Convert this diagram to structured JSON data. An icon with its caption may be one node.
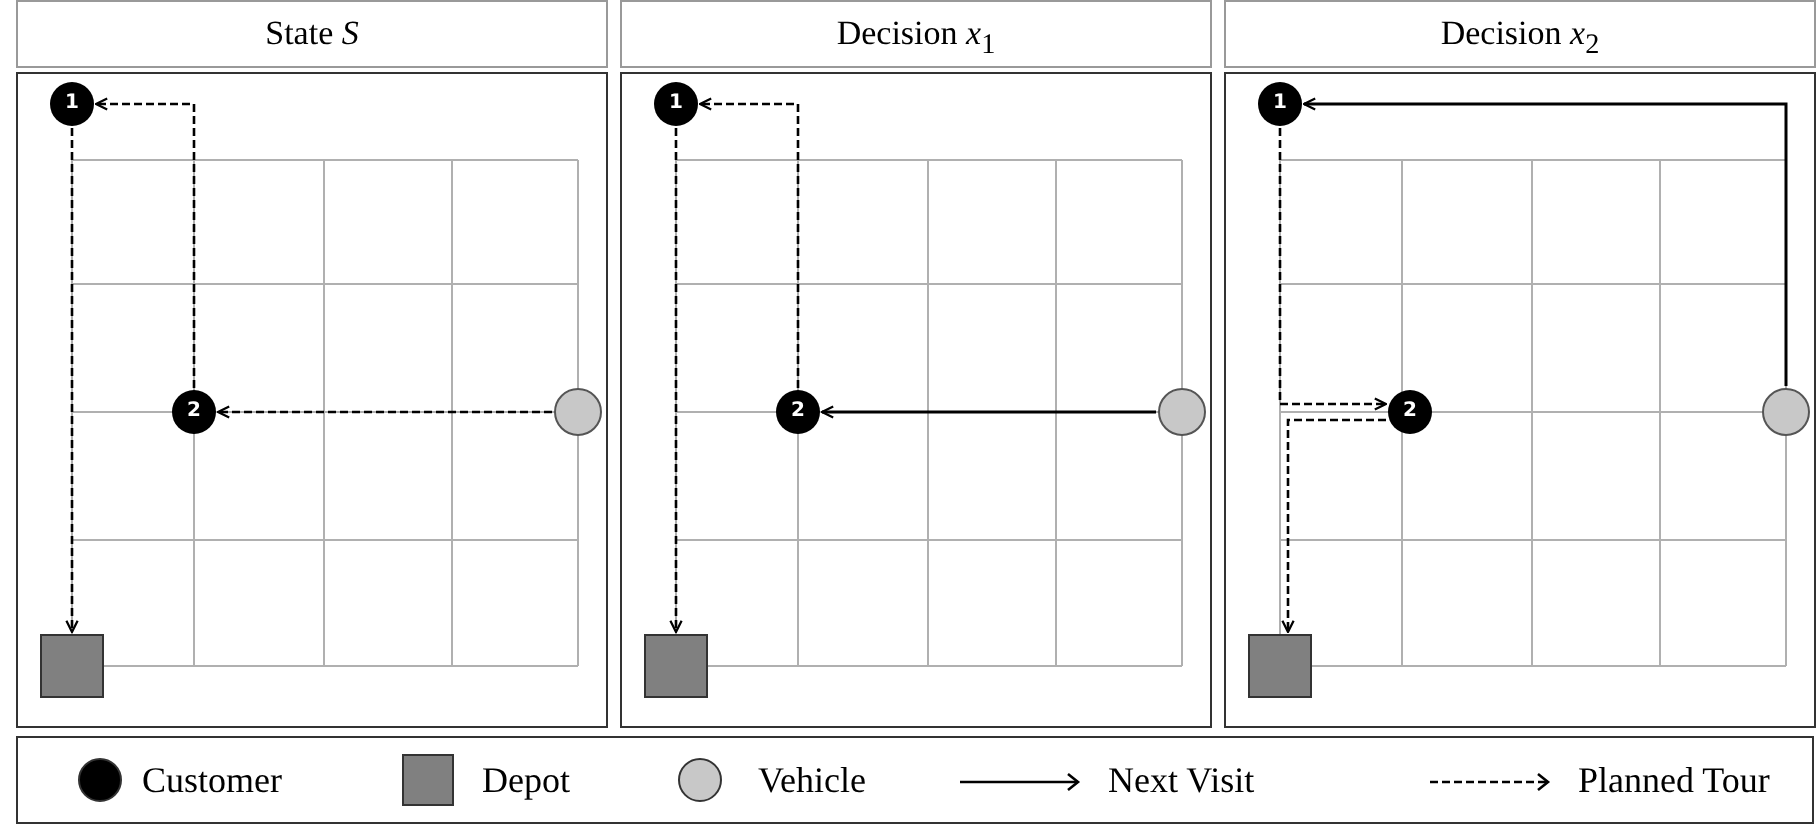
{
  "diagram": {
    "nodes": [
      {
        "text": [
          "State *S*"
        ]
      },
      {
        "text": [
          "1"
        ],
        "in": 0
      },
      {
        "text": [
          "2"
        ],
        "in": 0
      },
      {
        "text": [],
        "shape": "circle",
        "in": 0
      },
      {
        "text": [],
        "shape": "box",
        "in": 0
      },
      {
        "text": [
          "Decision *x*$_{1}$"
        ]
      },
      {
        "text": [
          "1"
        ],
        "in": 5
      },
      {
        "text": [
          "2"
        ],
        "in": 5
      },
      {
        "text": [],
        "shape": "circle",
        "in": 5
      },
      {
        "text": [],
        "shape": "box",
        "in": 5
      },
      {
        "text": [
          "Decision *x*$_{2}$"
        ]
      },
      {
        "text": [
          "1"
        ],
        "in": 10
      },
      {
        "text": [
          "2"
        ],
        "in": 10
      },
      {
        "text": [],
        "shape": "circle",
        "in": 10
      },
      {
        "text": [],
        "shape": "box",
        "in": 10
      }
    ],
    "edges": [
      {
        "from": 3,
        "to": 2,
        "arrow": "to",
        "style": "dashed"
      },
      {
        "from": 2,
        "to": 1,
        "arrow": "to",
        "style": "dashed"
      },
      {
        "from": 1,
        "to": 4,
        "arrow": "to",
        "style": "dashed"
      },
      {
        "from": 8,
        "to": 7,
        "arrow": "to"
      },
      {
        "from": 7,
        "to": 6,
        "arrow": "to",
        "style": "dashed"
      },
      {
        "from": 6,
        "to": 9,
        "arrow": "to",
        "style": "dashed"
      },
      {
        "from": 13,
        "to": 11,
        "arrow": "to"
      },
      {
        "from": 11,
        "to": 12,
        "arrow": "to",
        "style": "dashed"
      },
      {
        "from": 12,
        "to": 14,
        "arrow": "to",
        "style": "dashed"
      }
    ],
    "legend": [
      {
        "text": "Customer",
        "color": "#000000"
      },
      {
        "text": "Depot",
        "color": "#808080"
      },
      {
        "text": "Vehicle",
        "color": "#c8c8c8"
      },
      {
        "text": "Next Visit"
      },
      {
        "text": "Planned Tour"
      }
    ]
  }
}
